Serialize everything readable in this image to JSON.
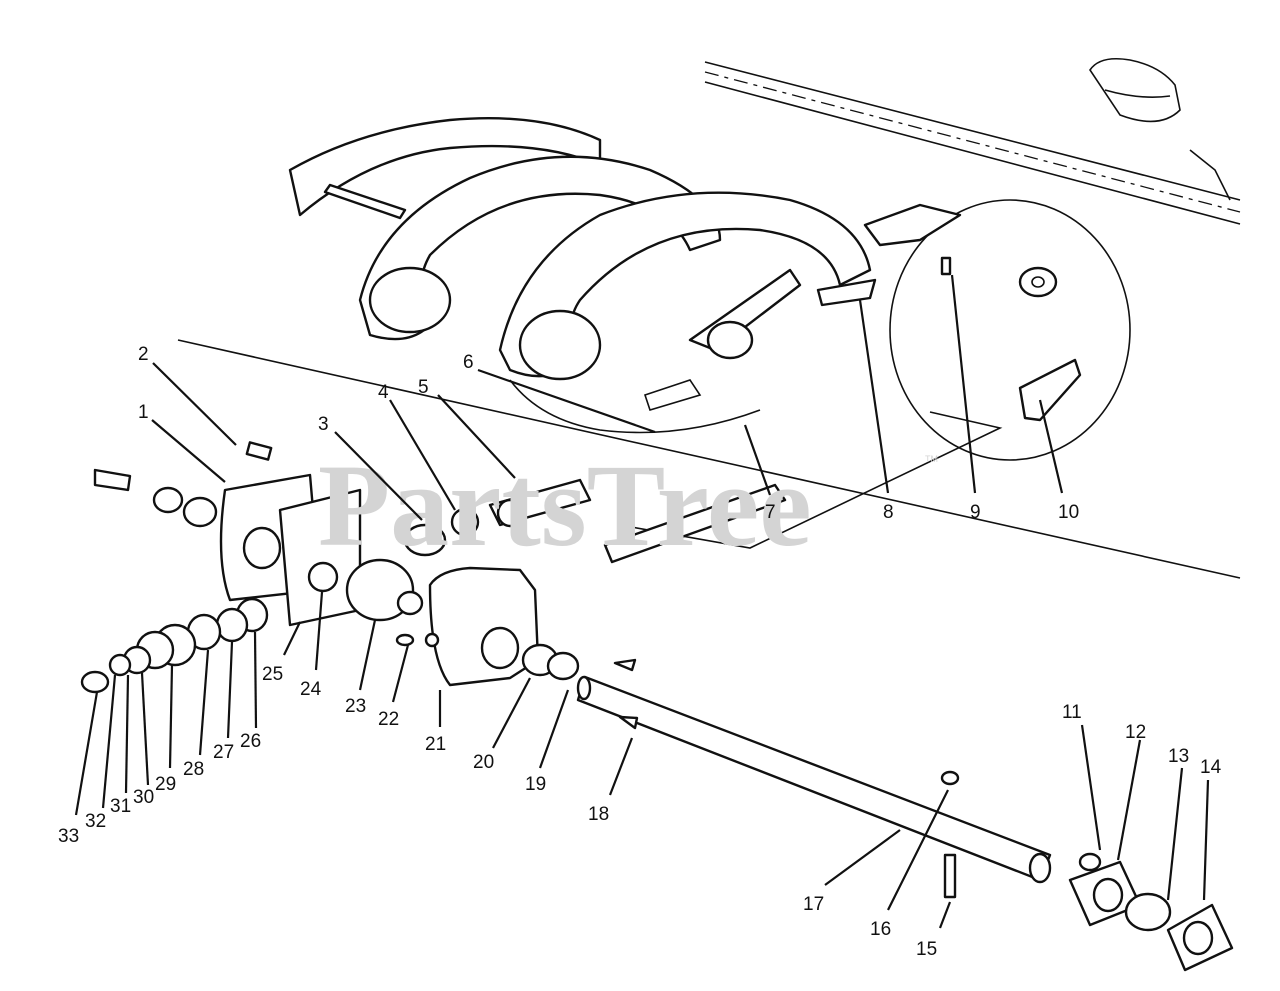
{
  "watermark": {
    "text": "PartsTree",
    "trademark": "TM"
  },
  "callouts": [
    {
      "id": "1",
      "text": "1"
    },
    {
      "id": "2",
      "text": "2"
    },
    {
      "id": "3",
      "text": "3"
    },
    {
      "id": "4",
      "text": "4"
    },
    {
      "id": "5",
      "text": "5"
    },
    {
      "id": "6",
      "text": "6"
    },
    {
      "id": "7",
      "text": "7"
    },
    {
      "id": "8",
      "text": "8"
    },
    {
      "id": "9",
      "text": "9"
    },
    {
      "id": "10",
      "text": "10"
    },
    {
      "id": "11",
      "text": "11"
    },
    {
      "id": "12",
      "text": "12"
    },
    {
      "id": "13",
      "text": "13"
    },
    {
      "id": "14",
      "text": "14"
    },
    {
      "id": "15",
      "text": "15"
    },
    {
      "id": "16",
      "text": "16"
    },
    {
      "id": "17",
      "text": "17"
    },
    {
      "id": "18",
      "text": "18"
    },
    {
      "id": "19",
      "text": "19"
    },
    {
      "id": "20",
      "text": "20"
    },
    {
      "id": "21",
      "text": "21"
    },
    {
      "id": "22",
      "text": "22"
    },
    {
      "id": "23",
      "text": "23"
    },
    {
      "id": "24",
      "text": "24"
    },
    {
      "id": "25",
      "text": "25"
    },
    {
      "id": "26",
      "text": "26"
    },
    {
      "id": "27",
      "text": "27"
    },
    {
      "id": "28",
      "text": "28"
    },
    {
      "id": "29",
      "text": "29"
    },
    {
      "id": "30",
      "text": "30"
    },
    {
      "id": "31",
      "text": "31"
    },
    {
      "id": "32",
      "text": "32"
    },
    {
      "id": "33",
      "text": "33"
    }
  ]
}
